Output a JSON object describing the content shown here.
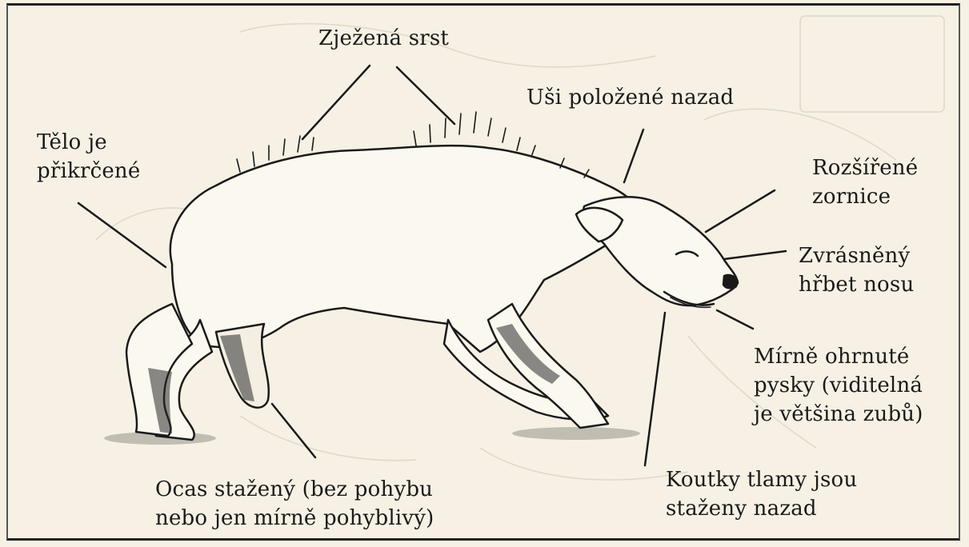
{
  "labels": {
    "bristled_fur": "Zježená srst",
    "ears_back": "Uši položené nazad",
    "body_crouched": [
      "Tělo je",
      "přikrčené"
    ],
    "dilated_pupils": [
      "Rozšířené",
      "zornice"
    ],
    "wrinkled_nose": [
      "Zvrásněný",
      "hřbet nosu"
    ],
    "lips_curled": [
      "Mírně ohrnuté",
      "pysky (viditelná",
      "je většina zubů)"
    ],
    "mouth_corners": [
      "Koutky tlamy jsou",
      "staženy nazad"
    ],
    "tail_tucked": [
      "Ocas stažený (bez pohybu",
      "nebo jen mírně pohyblivý)"
    ]
  }
}
